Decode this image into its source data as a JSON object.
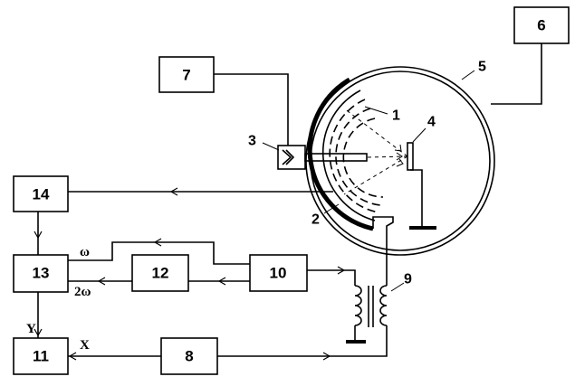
{
  "blocks": [
    {
      "id": "b6",
      "label": "6"
    },
    {
      "id": "b7",
      "label": "7"
    },
    {
      "id": "b14",
      "label": "14"
    },
    {
      "id": "b13",
      "label": "13"
    },
    {
      "id": "b12",
      "label": "12"
    },
    {
      "id": "b10",
      "label": "10"
    },
    {
      "id": "b11",
      "label": "11"
    },
    {
      "id": "b8",
      "label": "8"
    }
  ],
  "callouts": {
    "c1": "1",
    "c2": "2",
    "c3": "3",
    "c4": "4",
    "c5": "5",
    "c9": "9"
  },
  "signals": {
    "omega": "ω",
    "two_omega": "2ω",
    "y": "Y",
    "x": "X"
  }
}
